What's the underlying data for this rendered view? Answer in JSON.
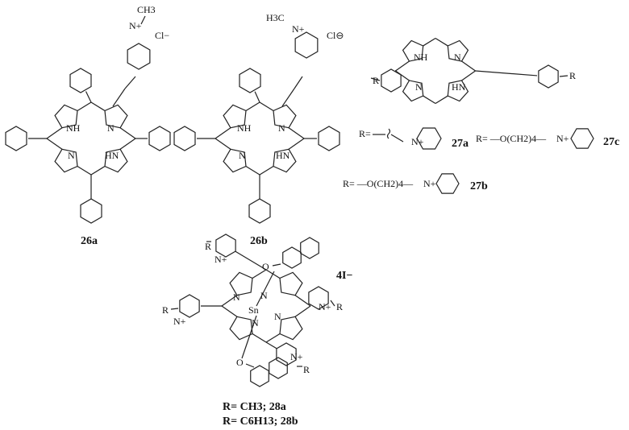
{
  "compounds": {
    "c26a": {
      "label": "26a",
      "methyl": "CH3",
      "n_plus": "N+",
      "counterion": "Cl−",
      "nh1": "NH",
      "n1": "N",
      "n2": "N",
      "hn": "HN"
    },
    "c26b": {
      "label": "26b",
      "methyl": "H3C",
      "n_plus": "N+",
      "counterion": "Cl⊖",
      "nh1": "NH",
      "n1": "N",
      "n2": "N",
      "hn": "HN"
    },
    "c27": {
      "r_left": "R",
      "r_right": "R",
      "nh": "NH",
      "n1": "N",
      "n2": "N",
      "hn": "HN",
      "a_prefix": "R=",
      "a_label": "27a",
      "a_n": "N+",
      "b_prefix": "R= —O(CH2)4—",
      "b_n": "N+",
      "b_label": "27b",
      "c_prefix": "R= —O(CH2)4—",
      "c_n": "N+",
      "c_label": "27c"
    },
    "c28": {
      "counterion": "4I−",
      "metal": "Sn",
      "n_labels": [
        "N",
        "N",
        "N",
        "N"
      ],
      "r_labels": [
        "R",
        "R",
        "R",
        "R"
      ],
      "o_labels": [
        "O",
        "O"
      ],
      "pyr_n": [
        "N+",
        "N+",
        "N+",
        "N+"
      ],
      "line1": "R= CH3; 28a",
      "line2": "R= C6H13; 28b"
    }
  }
}
